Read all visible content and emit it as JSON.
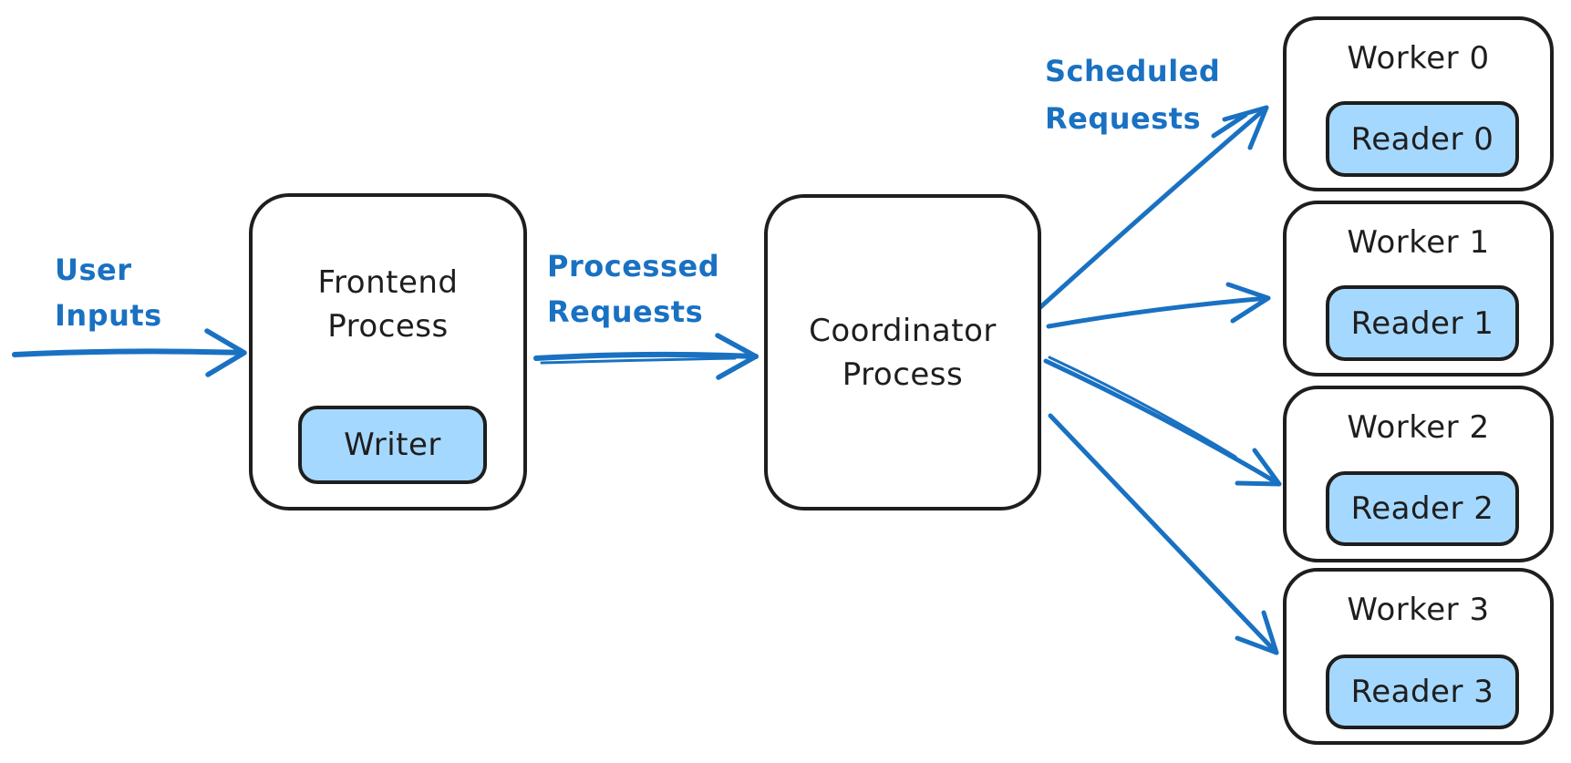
{
  "colors": {
    "accent_blue": "#1971c2",
    "inner_node_fill": "#a5d8ff",
    "outline_black": "#1e1e1e",
    "background": "#ffffff"
  },
  "edge_labels": {
    "user_inputs": {
      "line1": "User",
      "line2": "Inputs"
    },
    "processed_requests": {
      "line1": "Processed",
      "line2": "Requests"
    },
    "scheduled_requests": {
      "line1": "Scheduled",
      "line2": "Requests"
    }
  },
  "nodes": {
    "frontend": {
      "title_line1": "Frontend",
      "title_line2": "Process",
      "inner": "Writer"
    },
    "coordinator": {
      "title_line1": "Coordinator",
      "title_line2": "Process"
    },
    "workers": [
      {
        "label": "Worker 0",
        "reader": "Reader 0"
      },
      {
        "label": "Worker 1",
        "reader": "Reader 1"
      },
      {
        "label": "Worker 2",
        "reader": "Reader 2"
      },
      {
        "label": "Worker 3",
        "reader": "Reader 3"
      }
    ]
  }
}
